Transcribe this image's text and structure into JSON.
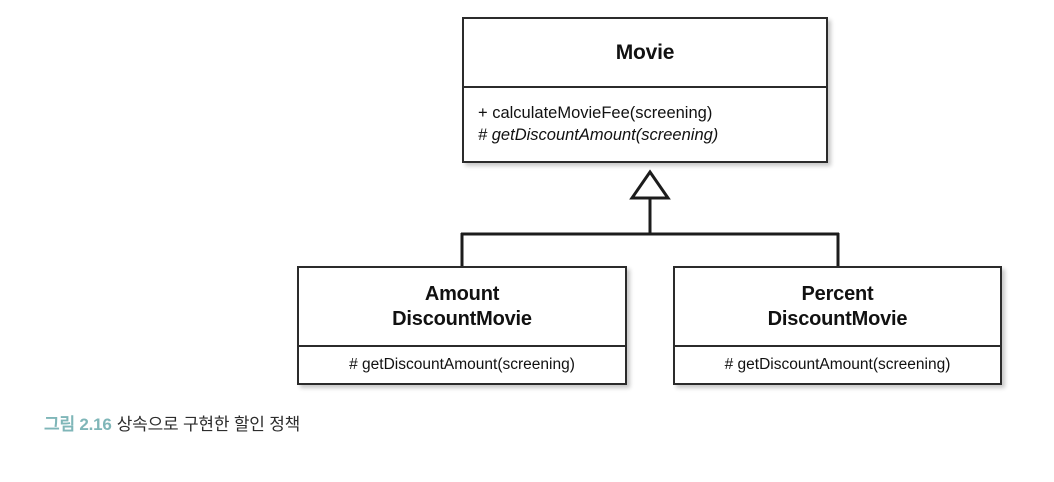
{
  "figure": {
    "caption_label": "그림 2.16",
    "caption_text": "상속으로 구현한 할인 정책",
    "caption_label_color": "#7fb6b8",
    "caption_text_color": "#2d2d2d"
  },
  "diagram": {
    "type": "uml-class-diagram",
    "relationship": "generalization",
    "line_color": "#1c1c1c",
    "box_border_color": "#2b2b2b",
    "box_fill_color": "#ffffff",
    "arrow_fill_color": "#ffffff"
  },
  "classes": {
    "superclass": {
      "name": "Movie",
      "operations": [
        {
          "visibility": "+",
          "signature": "calculateMovieFee(screening)",
          "abstract": false,
          "text": "+ calculateMovieFee(screening)"
        },
        {
          "visibility": "#",
          "signature": "getDiscountAmount(screening)",
          "abstract": true,
          "text": "# getDiscountAmount(screening)"
        }
      ]
    },
    "subclasses": [
      {
        "name_line1": "Amount",
        "name_line2": "DiscountMovie",
        "operations": [
          {
            "visibility": "#",
            "signature": "getDiscountAmount(screening)",
            "abstract": false,
            "text": "# getDiscountAmount(screening)"
          }
        ]
      },
      {
        "name_line1": "Percent",
        "name_line2": "DiscountMovie",
        "operations": [
          {
            "visibility": "#",
            "signature": "getDiscountAmount(screening)",
            "abstract": false,
            "text": "# getDiscountAmount(screening)"
          }
        ]
      }
    ]
  }
}
